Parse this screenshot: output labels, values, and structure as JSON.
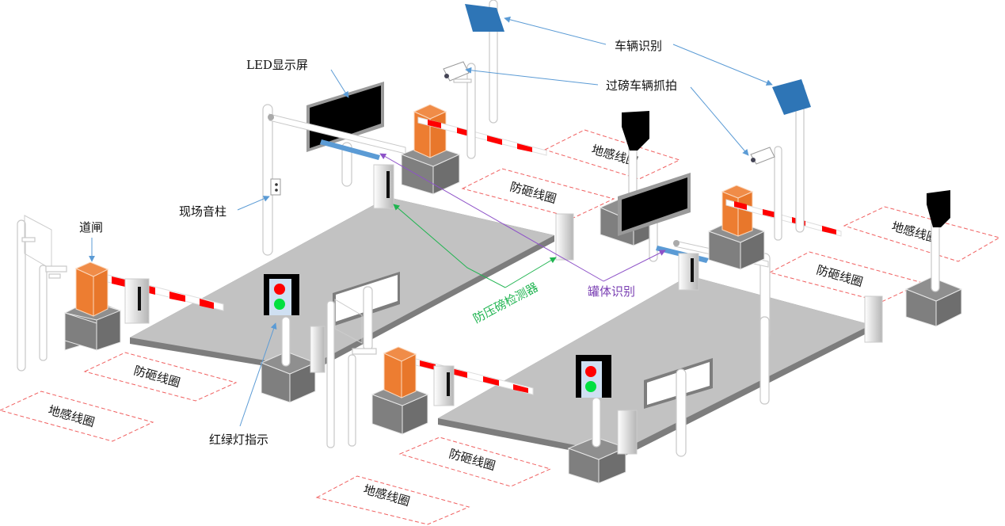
{
  "diagram": {
    "title": "",
    "labels": {
      "led_screen": "LED显示屏",
      "vehicle_recognition": "车辆识别",
      "weighing_capture": "过磅车辆抓拍",
      "site_speaker": "现场音柱",
      "barrier_gate": "道闸",
      "anti_cheat_detector": "防压磅检测器",
      "tank_recognition": "罐体识别",
      "traffic_light": "红绿灯指示"
    },
    "zones": [
      {
        "id": "zone-1",
        "label": "地感线圈",
        "type": "ground-loop"
      },
      {
        "id": "zone-2",
        "label": "防砸线圈",
        "type": "anti-smash-loop"
      },
      {
        "id": "zone-3",
        "label": "防砸线圈",
        "type": "anti-smash-loop"
      },
      {
        "id": "zone-4",
        "label": "地感线圈",
        "type": "ground-loop"
      },
      {
        "id": "zone-5",
        "label": "防砸线圈",
        "type": "anti-smash-loop"
      },
      {
        "id": "zone-6",
        "label": "地感线圈",
        "type": "ground-loop"
      },
      {
        "id": "zone-7",
        "label": "防砸线圈",
        "type": "anti-smash-loop"
      },
      {
        "id": "zone-8",
        "label": "地感线圈",
        "type": "ground-loop"
      }
    ],
    "colors": {
      "gate_orange": "#ed7d31",
      "barrier_red": "#ff0000",
      "panel_blue": "#2e75b6",
      "callout_blue": "#5b9bd5",
      "callout_green": "#1fb450",
      "callout_purple": "#8e52c8",
      "light_red": "#ff0000",
      "light_green": "#00cc33",
      "zone_dash": "#f06060"
    }
  }
}
